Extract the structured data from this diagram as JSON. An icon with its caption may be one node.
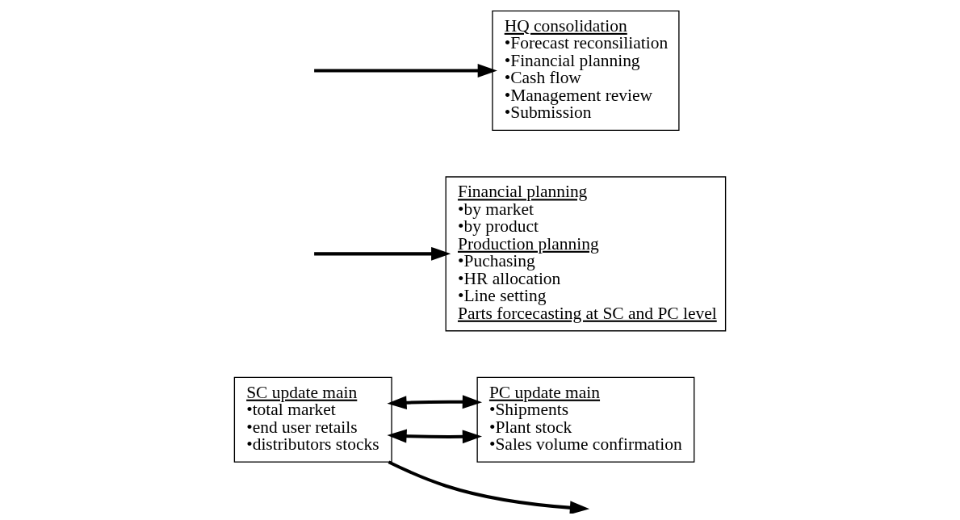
{
  "diagram": {
    "nodes": [
      {
        "text": [
          "SC update main",
          "•total market",
          "•end user retails",
          "•distributors stocks"
        ]
      },
      {
        "text": [
          "PC update main",
          "•Shipments",
          "•Plant stock",
          "•Sales volume confirmation"
        ]
      },
      {
        "text": [
          "Financial planning",
          "•by market",
          "•by product",
          "Production planning",
          "•Puchasing",
          "•HR allocation",
          "•Line setting",
          "Parts forcecasting at SC and PC level"
        ]
      },
      {
        "text": [
          "HQ consolidation",
          "•Forecast reconsiliation",
          "•Financial planning",
          "•Cash flow",
          "•Management review",
          "•Submission"
        ]
      }
    ],
    "edges": [
      {
        "from": 0,
        "to": 1,
        "arrow": "both"
      },
      {
        "from": null,
        "to": 2,
        "arrow": "to"
      },
      {
        "from": 0,
        "to": 1,
        "arrow": "both"
      },
      {
        "from": 0,
        "to": null,
        "arrow": "to"
      },
      {
        "from": null,
        "to": 3,
        "arrow": "to"
      }
    ]
  }
}
